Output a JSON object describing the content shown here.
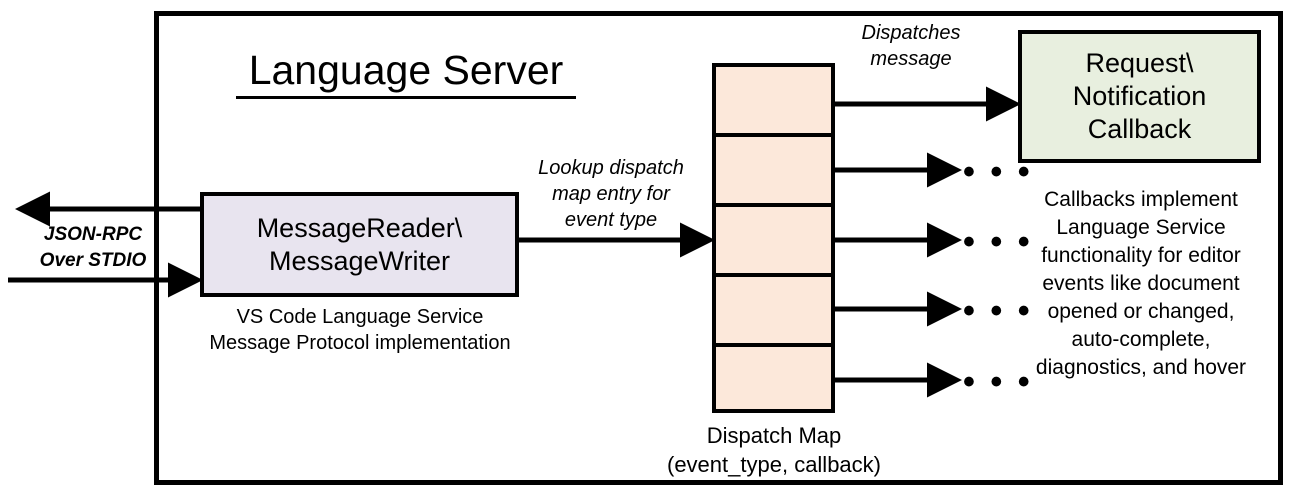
{
  "diagram": {
    "title": "Language Server",
    "colors": {
      "reader_fill": "#E8E4EF",
      "map_fill": "#FCE8DA",
      "callback_fill": "#E8EFDF",
      "stroke": "#000000",
      "background": "#FFFFFF"
    }
  },
  "reader": {
    "line1": "MessageReader\\",
    "line2": "MessageWriter",
    "caption_line1": "VS Code Language Service",
    "caption_line2": "Message Protocol implementation"
  },
  "transport": {
    "label_line1": "JSON-RPC",
    "label_line2": "Over STDIO"
  },
  "lookup": {
    "line1": "Lookup dispatch",
    "line2": "map entry for",
    "line3": "event type"
  },
  "dispatches": {
    "line1": "Dispatches",
    "line2": "message"
  },
  "dispatch_map": {
    "caption_line1": "Dispatch Map",
    "caption_line2": "(event_type, callback)",
    "cells": [
      {
        "id": "entry-1"
      },
      {
        "id": "entry-2"
      },
      {
        "id": "entry-3"
      },
      {
        "id": "entry-4"
      },
      {
        "id": "entry-5"
      }
    ],
    "ellipsis": "• • •"
  },
  "callback": {
    "line1": "Request\\",
    "line2": "Notification",
    "line3": "Callback",
    "description_line1": "Callbacks implement",
    "description_line2": "Language Service",
    "description_line3": "functionality for editor",
    "description_line4": "events like document",
    "description_line5": "opened or changed,",
    "description_line6": "auto-complete,",
    "description_line7": "diagnostics, and hover"
  }
}
